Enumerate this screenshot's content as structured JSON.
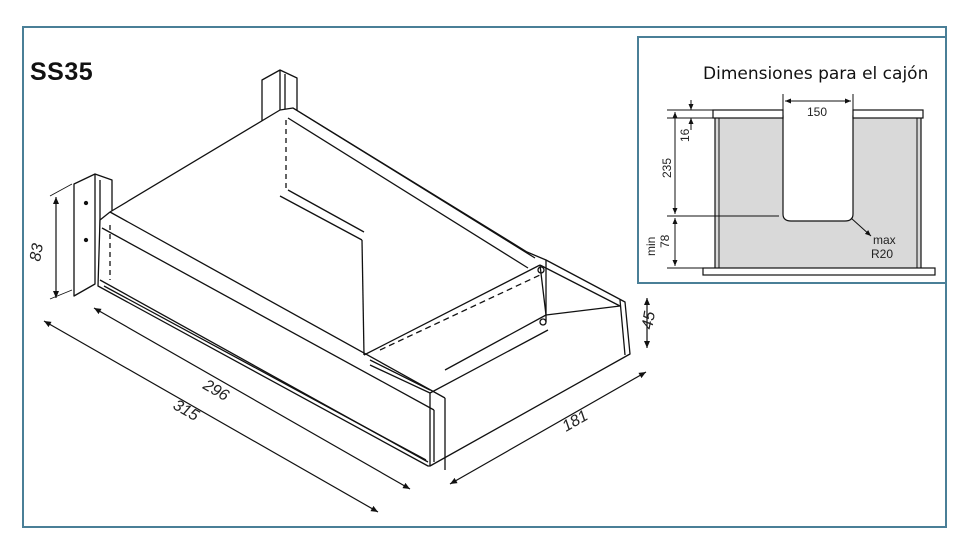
{
  "model": "SS35",
  "main_view": {
    "dimensions": {
      "height": "83",
      "side_height": "45",
      "inner_length": "296",
      "outer_length": "315",
      "width": "181"
    }
  },
  "inset": {
    "title": "Dimensiones para el cajón",
    "dimensions": {
      "slot_width": "150",
      "top_offset": "16",
      "depth": "235",
      "min_label": "min",
      "min_value": "78",
      "radius_line1": "max",
      "radius_line2": "R20"
    }
  },
  "colors": {
    "frame_border": "#4a7f97",
    "drawer_fill": "#d9d9d9",
    "line": "#111111"
  }
}
